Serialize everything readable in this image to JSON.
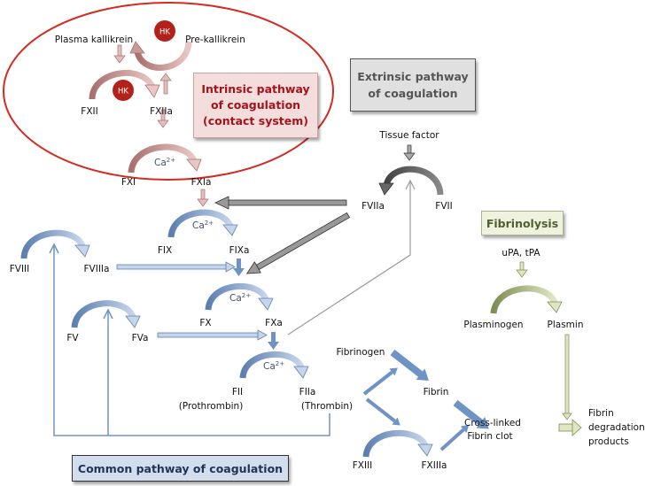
{
  "boxes": {
    "intrinsic": [
      "Intrinsic pathway",
      "of coagulation",
      "(contact system)"
    ],
    "extrinsic": [
      "Extrinsic pathway",
      "of coagulation"
    ],
    "fibrinolysis": "Fibrinolysis",
    "common": "Common pathway of coagulation"
  },
  "labels": {
    "plasma_kallikrein": "Plasma kallikrein",
    "pre_kallikrein": "Pre-kallikrein",
    "hk": "HK",
    "fxii": "FXII",
    "fxiia": "FXIIa",
    "fxi": "FXI",
    "fxia": "FXIa",
    "ca": "Ca",
    "ca_sup": "2+",
    "tissue_factor": "Tissue factor",
    "fviia": "FVIIa",
    "fvii": "FVII",
    "fix": "FIX",
    "fixa": "FIXa",
    "fviii": "FVIII",
    "fviiia": "FVIIIa",
    "fx": "FX",
    "fxa": "FXa",
    "fv": "FV",
    "fva": "FVa",
    "fii": "FII",
    "prothrombin": "(Prothrombin)",
    "fiia": "FIIa",
    "thrombin": "(Thrombin)",
    "fibrinogen": "Fibrinogen",
    "fibrin": "Fibrin",
    "crosslinked": "Cross-linked",
    "fibrin_clot": "Fibrin clot",
    "fxiii": "FXIII",
    "fxiiia": "FXIIIa",
    "upa_tpa": "uPA, tPA",
    "plasminogen": "Plasminogen",
    "plasmin": "Plasmin",
    "fdp_1": "Fibrin",
    "fdp_2": "degradation",
    "fdp_3": "products"
  },
  "colors": {
    "intrinsic_ellipse": "#d42a20",
    "intrinsic_arrow": "#c99a98",
    "hk_circle": "#b3221a",
    "extrinsic_arrow": "#8a8a8a",
    "common_arrow": "#6f93c4",
    "fibrinolysis_arrow": "#b6c48c"
  }
}
